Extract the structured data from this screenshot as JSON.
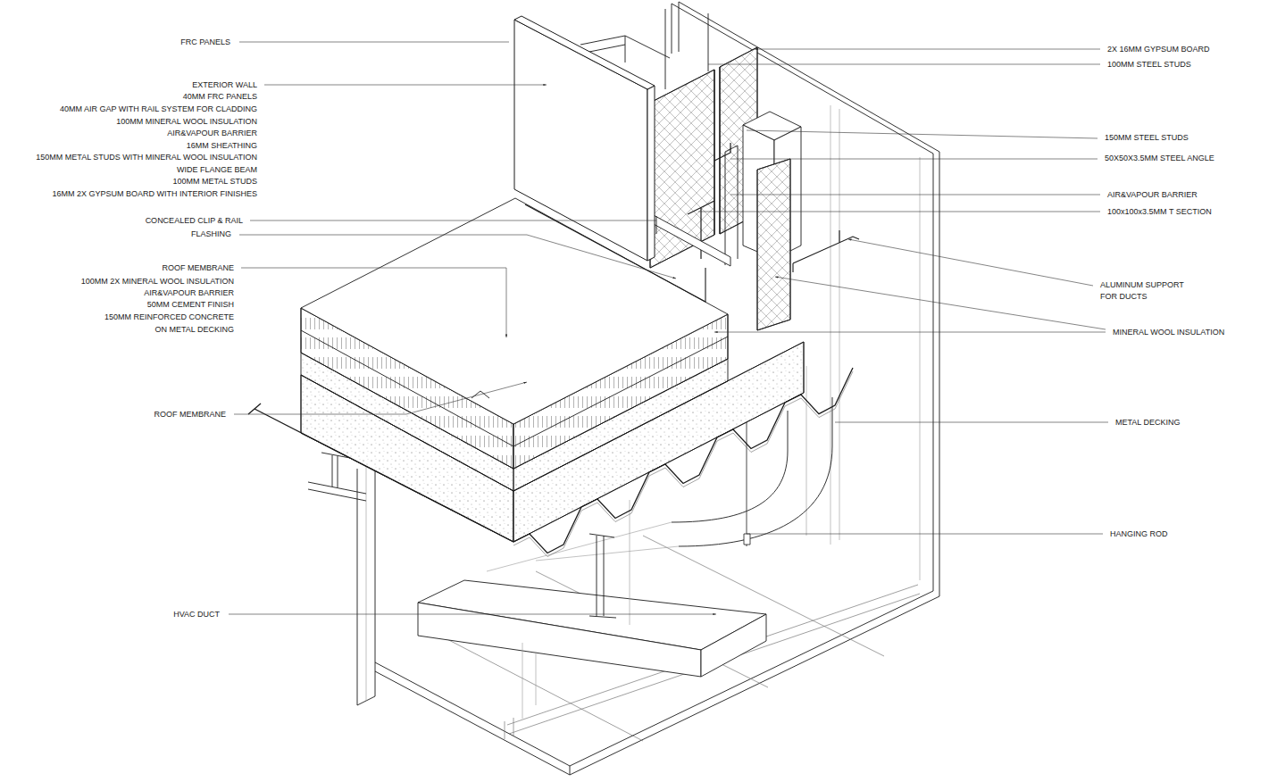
{
  "diagram": {
    "labels": [
      "FRC PANELS",
      "EXTERIOR WALL",
      "40MM FRC PANELS",
      "40MM AIR GAP WITH RAIL SYSTEM FOR CLADDING",
      "100MM MINERAL WOOL INSULATION",
      "AIR&VAPOUR BARRIER",
      "16MM SHEATHING",
      "150MM METAL STUDS WITH MINERAL WOOL INSULATION",
      "WIDE FLANGE BEAM",
      "100MM METAL STUDS",
      "16MM 2X GYPSUM BOARD WITH INTERIOR FINISHES",
      "CONCEALED CLIP & RAIL",
      "FLASHING",
      "ROOF MEMBRANE",
      "100MM 2X MINERAL WOOL INSULATION",
      "AIR&VAPOUR BARRIER",
      "50MM CEMENT FINISH",
      "150MM REINFORCED CONCRETE",
      "ON METAL DECKING",
      "ROOF MEMBRANE",
      "HVAC DUCT",
      "2X 16MM GYPSUM BOARD",
      "100MM STEEL STUDS",
      "150MM STEEL STUDS",
      "50X50X3.5MM STEEL ANGLE",
      "AIR&VAPOUR BARRIER",
      "100x100x3.5MM T SECTION",
      "ALUMINUM SUPPORT",
      "FOR DUCTS",
      "MINERAL WOOL INSULATION",
      "METAL DECKING",
      "HANGING ROD"
    ]
  }
}
